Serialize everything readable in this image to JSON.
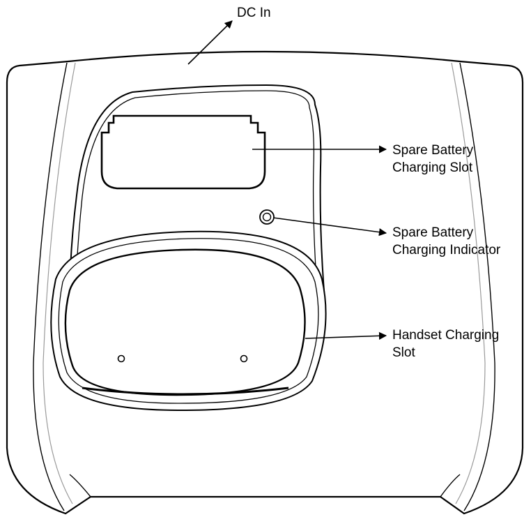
{
  "labels": {
    "dc_in": "DC In",
    "spare_battery_slot": [
      "Spare Battery",
      "Charging Slot"
    ],
    "spare_battery_indicator": [
      "Spare Battery",
      "Charging Indicator"
    ],
    "handset_slot": [
      "Handset Charging",
      "Slot"
    ]
  },
  "colors": {
    "line": "#000000",
    "highlight": "#9a9a9a",
    "background": "#ffffff"
  }
}
